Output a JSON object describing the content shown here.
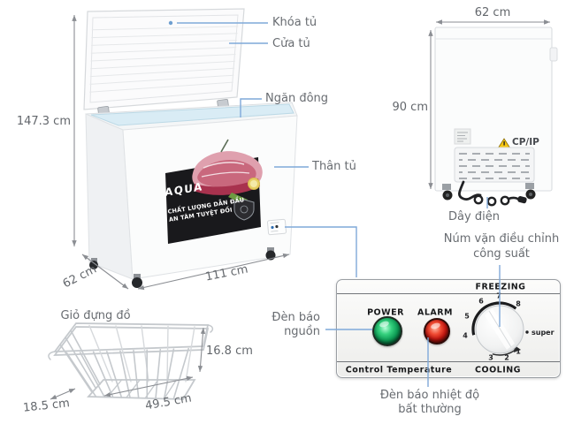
{
  "colors": {
    "leader_line": "#7fa9d9",
    "dimension_line": "#8b8e93",
    "label_text": "#686c71",
    "power_light": "#17b26a",
    "alarm_light": "#e02418",
    "warning_triangle": "#f5c614",
    "freezer_interior": "#d9ecf5"
  },
  "callouts": {
    "lock": "Khóa tủ",
    "door": "Cửa tủ",
    "freezer_compartment": "Ngăn đông",
    "body": "Thân tủ",
    "power_cord": "Dây điện",
    "knob_line1": "Núm vặn điều chỉnh",
    "knob_line2": "công suất",
    "power_lamp_line1": "Đèn báo",
    "power_lamp_line2": "nguồn",
    "alarm_lamp_line1": "Đèn báo nhiệt độ",
    "alarm_lamp_line2": "bất thường",
    "basket": "Giỏ đựng đồ"
  },
  "dimensions": {
    "total_height": "147.3 cm",
    "bottom_depth": "62 cm",
    "bottom_width": "111 cm",
    "side_width": "62 cm",
    "side_height": "90 cm",
    "basket_height": "16.8 cm",
    "basket_depth": "18.5 cm",
    "basket_width": "49.5 cm"
  },
  "sticker": {
    "brand": "AQUA",
    "slogan_line1": "CHẤT LƯỢNG DẪN ĐẦU",
    "slogan_line2": "AN TÂM TUYỆT ĐỐI"
  },
  "side_view": {
    "compressor_label": "CP/IP"
  },
  "control_panel": {
    "freezing": "FREEZING",
    "cooling": "COOLING",
    "power_label": "POWER",
    "alarm_label": "ALARM",
    "bottom_left": "Control Temperature",
    "super_label": "super",
    "dial_numbers": [
      "1",
      "2",
      "3",
      "4",
      "5",
      "6",
      "7",
      "8"
    ]
  }
}
